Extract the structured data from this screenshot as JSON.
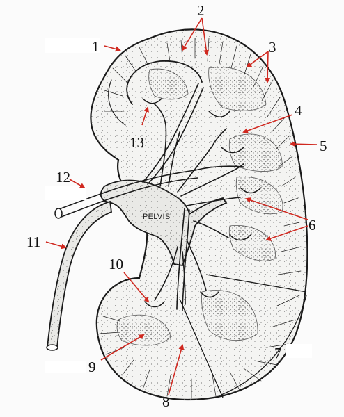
{
  "diagram": {
    "pelvis_label": "PELVIS",
    "labels": [
      "1",
      "2",
      "3",
      "4",
      "5",
      "6",
      "7",
      "8",
      "9",
      "10",
      "11",
      "12",
      "13"
    ],
    "colors": {
      "arrow": "#d0281f",
      "ink": "#1a1a1a",
      "cortex_fill": "#f4f4f2",
      "pelvis_fill": "#e9e9e6",
      "background": "#ffffff",
      "mask": "#ffffff"
    }
  }
}
